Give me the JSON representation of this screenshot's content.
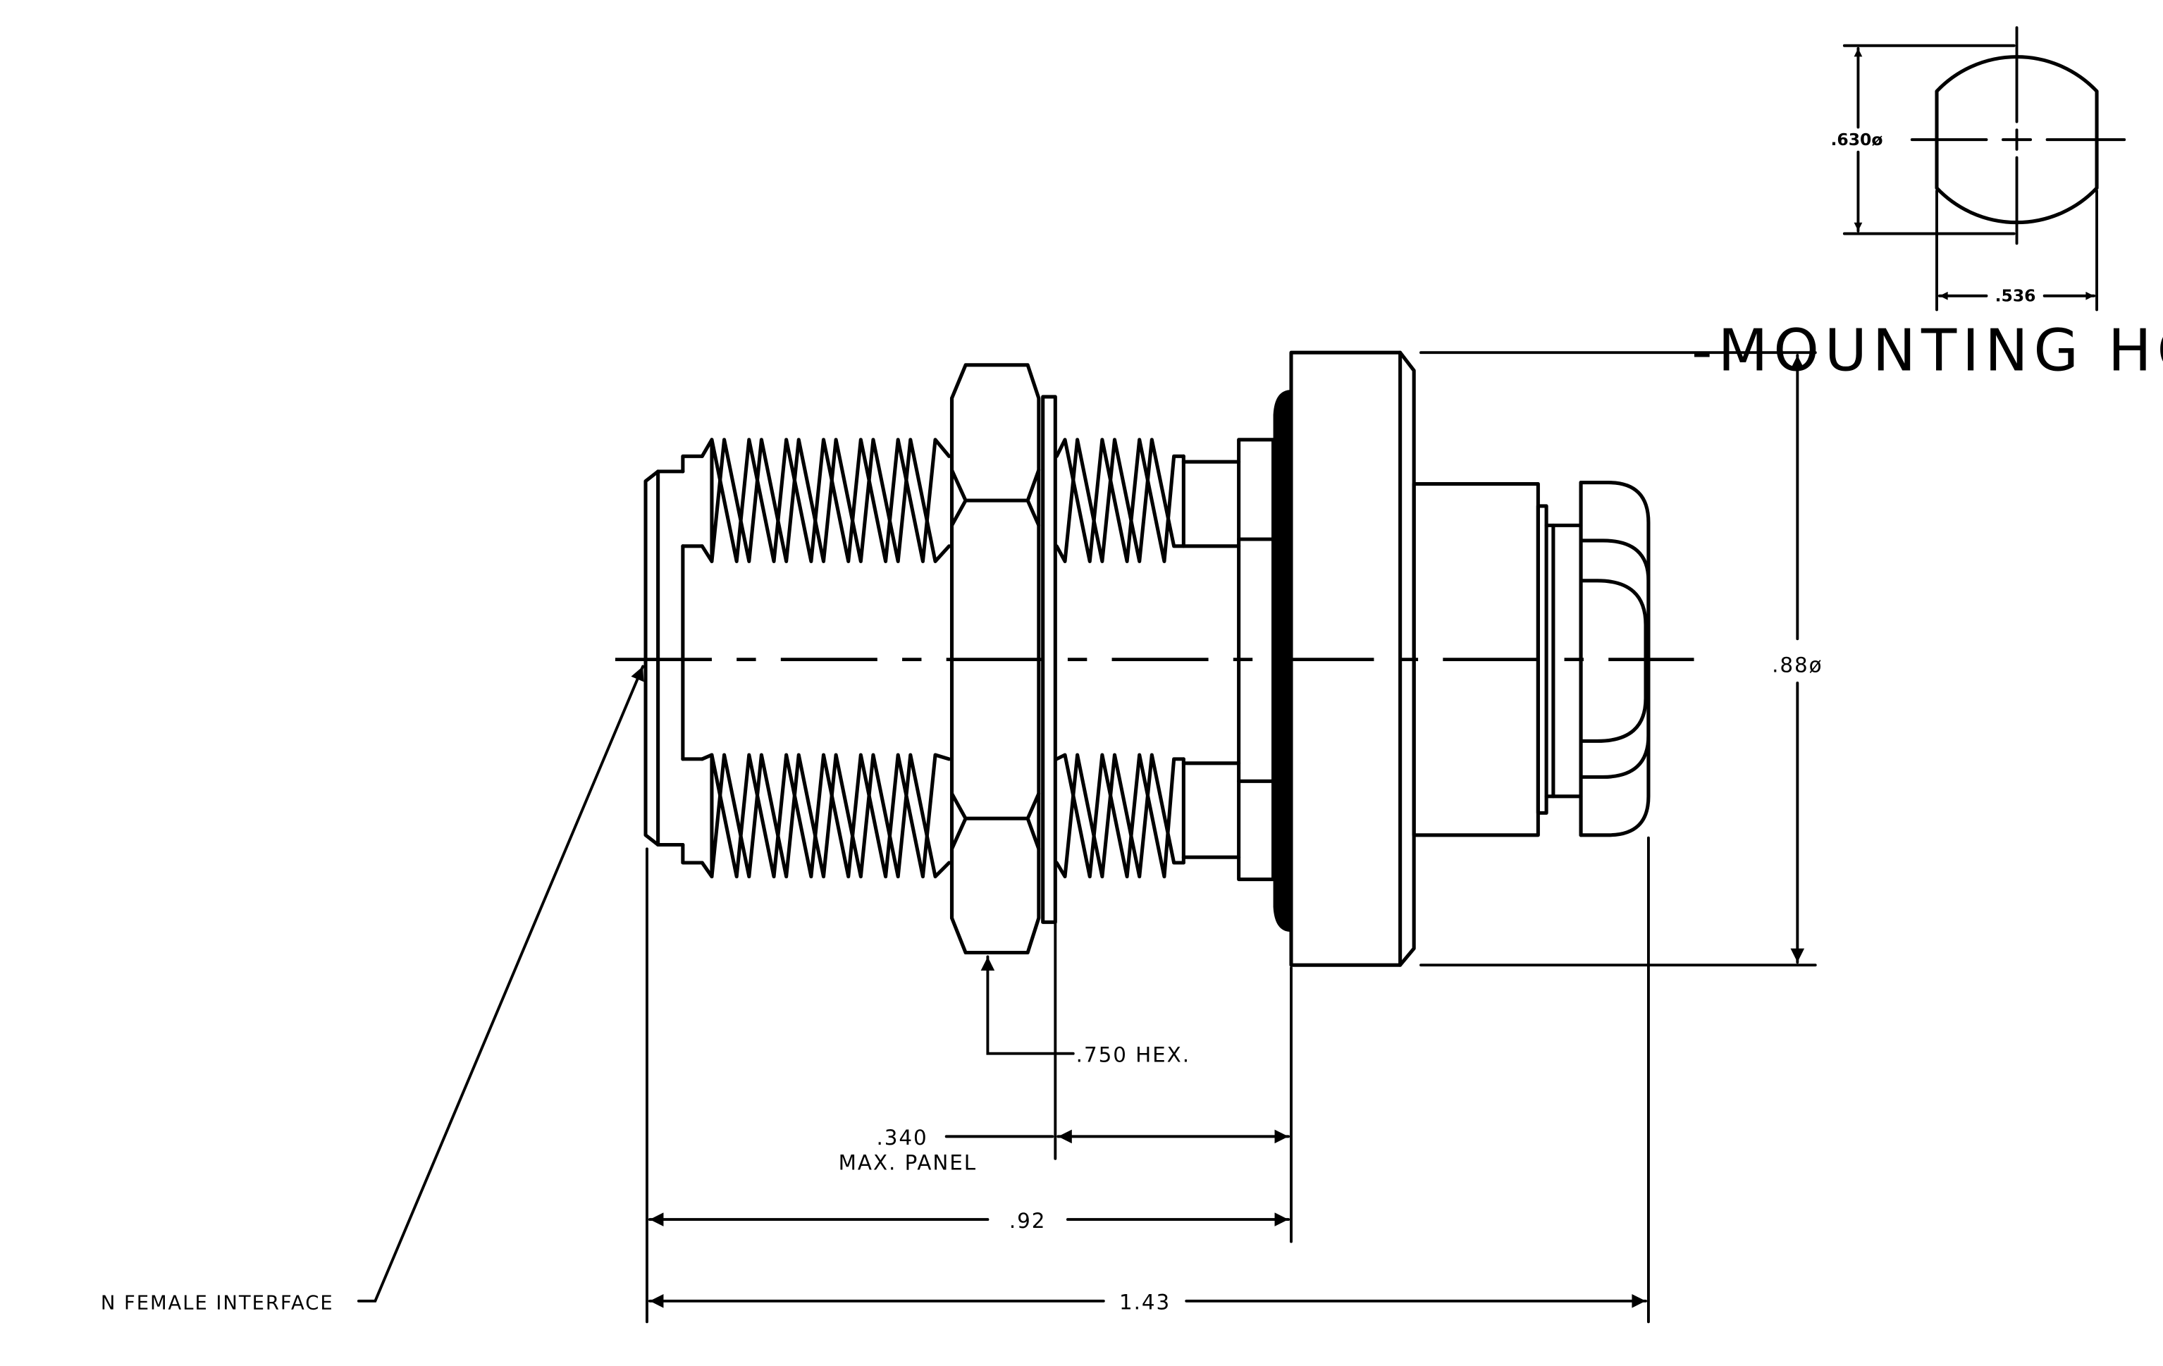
{
  "labels": {
    "mounting_hole": "-MOUNTING HOLE-",
    "dia_0630": ".630ø",
    "flat_0536": ".536",
    "dia_088": ".88ø",
    "hex_0750": ".750 HEX.",
    "panel_0340": ".340",
    "max_panel": "MAX. PANEL",
    "len_092": ".92",
    "len_143": "1.43",
    "interface": "N FEMALE INTERFACE"
  }
}
